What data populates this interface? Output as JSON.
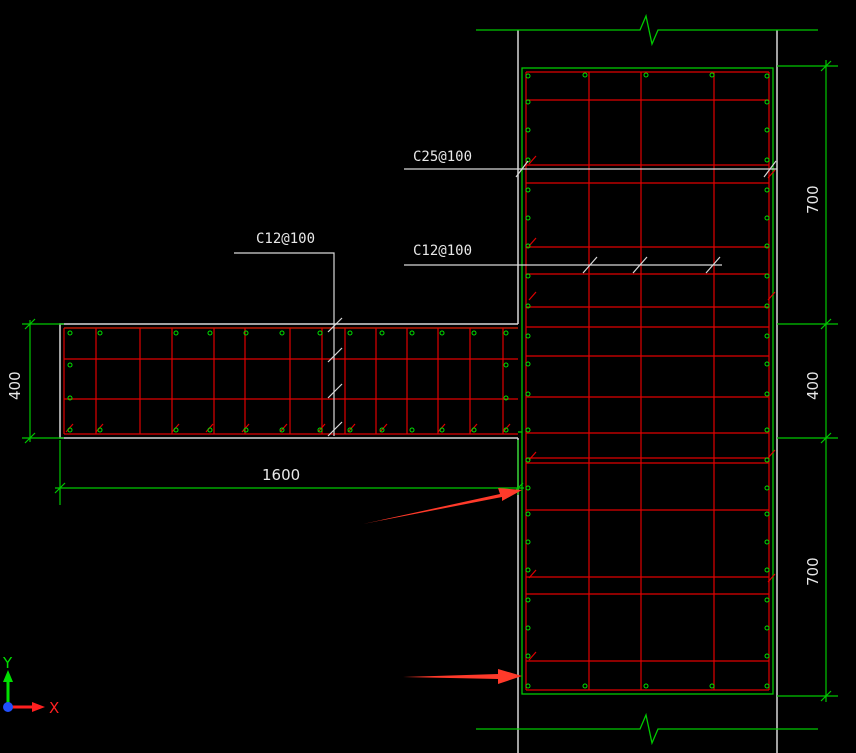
{
  "drawing": {
    "background": "#000000",
    "colors": {
      "outline": "#d8d8d8",
      "dimension": "#00c800",
      "rebar": "#e00000",
      "bar_dot": "#00e000",
      "arrow": "#ff3a2a",
      "axis_y": "#00e000",
      "axis_x": "#ff2020",
      "axis_origin": "#2050ff"
    },
    "labels": {
      "rebar_top": "C25@100",
      "rebar_mid": "C12@100",
      "rebar_beam": "C12@100"
    },
    "dimensions": {
      "beam_length": "1600",
      "beam_height": "400",
      "col_upper": "700",
      "col_middle": "400",
      "col_lower": "700"
    },
    "axis": {
      "y_label": "Y",
      "x_label": "X"
    }
  }
}
